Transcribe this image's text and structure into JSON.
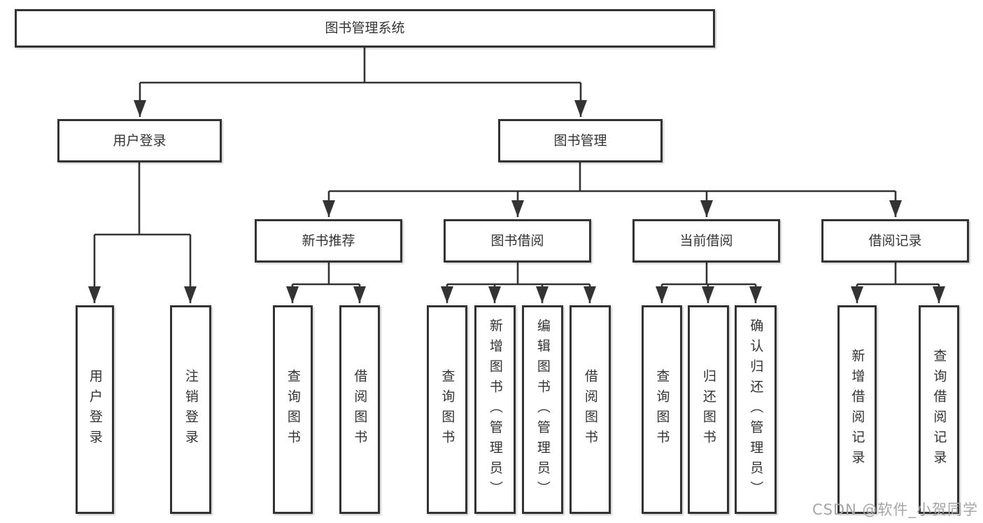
{
  "diagram": {
    "title": "图书管理系统",
    "colors": {
      "line": "#333333",
      "box_border": "#333333",
      "box_background": "#ffffff",
      "text": "#333333",
      "watermark": "#a6a6a6"
    },
    "tree": {
      "label": "图书管理系统",
      "children": [
        {
          "label": "用户登录",
          "children": [
            {
              "label": "用户登录"
            },
            {
              "label": "注销登录"
            }
          ]
        },
        {
          "label": "图书管理",
          "children": [
            {
              "label": "新书推荐",
              "children": [
                {
                  "label": "查询图书"
                },
                {
                  "label": "借阅图书"
                }
              ]
            },
            {
              "label": "图书借阅",
              "children": [
                {
                  "label": "查询图书"
                },
                {
                  "label": "新增图书（管理员）"
                },
                {
                  "label": "编辑图书（管理员）"
                },
                {
                  "label": "借阅图书"
                }
              ]
            },
            {
              "label": "当前借阅",
              "children": [
                {
                  "label": "查询图书"
                },
                {
                  "label": "归还图书"
                },
                {
                  "label": "确认归还（管理员）"
                }
              ]
            },
            {
              "label": "借阅记录",
              "children": [
                {
                  "label": "新增借阅记录"
                },
                {
                  "label": "查询借阅记录"
                }
              ]
            }
          ]
        }
      ]
    },
    "watermark": "CSDN @软件_小贺同学"
  }
}
